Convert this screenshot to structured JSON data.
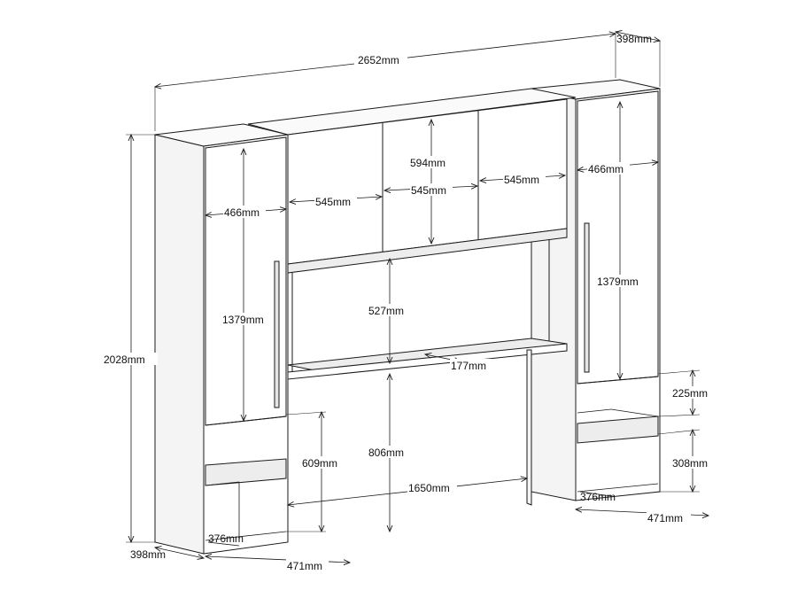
{
  "dimensions": {
    "overall_width": "2652mm",
    "overall_depth_top": "398mm",
    "overall_height": "2028mm",
    "depth_bottom_left": "398mm",
    "left_column_width": "466mm",
    "left_door_height": "1379mm",
    "left_niche_height": "609mm",
    "left_inner_depth": "376mm",
    "left_base_width": "471mm",
    "top_cabinet_width_left": "545mm",
    "top_cabinet_width_center": "545mm",
    "top_cabinet_width_right": "545mm",
    "top_cabinet_height": "594mm",
    "bridge_gap_height": "527mm",
    "shelf_depth": "177mm",
    "floor_to_shelf": "806mm",
    "bridge_span": "1650mm",
    "right_column_width": "466mm",
    "right_door_height": "1379mm",
    "right_upper_niche": "225mm",
    "right_lower_niche": "308mm",
    "right_inner_depth": "376mm",
    "right_base_width": "471mm"
  }
}
